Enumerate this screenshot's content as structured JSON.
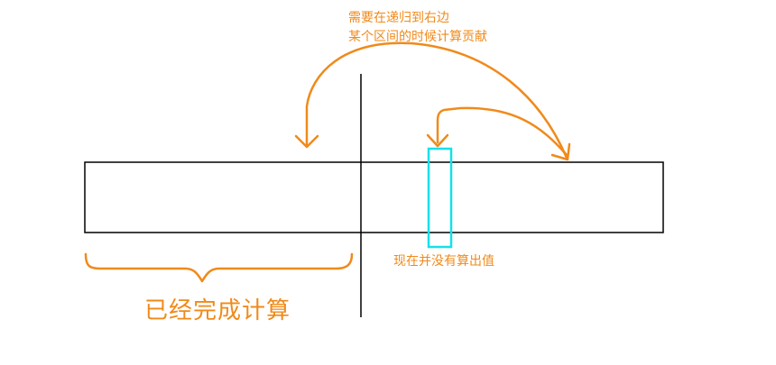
{
  "colors": {
    "background": "#ffffff",
    "line": "#000000",
    "annotation": "#f08a1a",
    "highlight": "#16e0ea"
  },
  "annotations": {
    "top_note": {
      "line1": "需要在递归到右边",
      "line2": "某个区间的时候计算贡献"
    },
    "right_note": "现在并没有算出值",
    "done_note": "已经完成计算"
  }
}
